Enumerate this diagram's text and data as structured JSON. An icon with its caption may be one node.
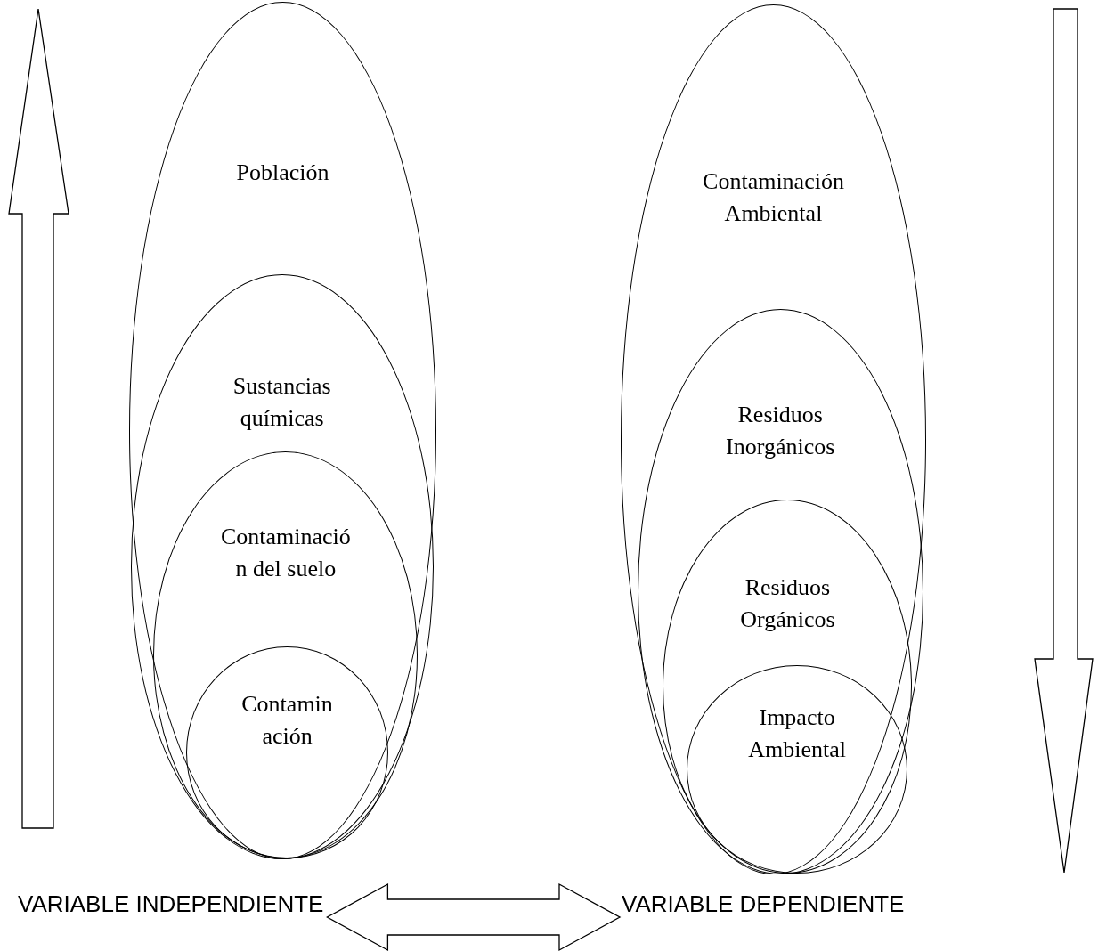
{
  "diagram": {
    "nodes": [
      {
        "text": [
          "Población"
        ]
      },
      {
        "text": [
          "Sustancias químicas"
        ],
        "in": 0
      },
      {
        "text": [
          "Contaminació n del suelo"
        ],
        "in": 1
      },
      {
        "text": [
          "Contamin ación"
        ],
        "in": 2
      },
      {
        "text": [
          "Contaminación Ambiental"
        ]
      },
      {
        "text": [
          "Residuos Inorgánicos"
        ],
        "in": 4
      },
      {
        "text": [
          "Residuos Orgánicos"
        ],
        "in": 5
      },
      {
        "text": [
          "Impacto Ambiental"
        ],
        "in": 6
      },
      {
        "text": [
          "VARIABLE INDEPENDIENTE"
        ]
      },
      {
        "text": [
          "VARIABLE DEPENDIENTE"
        ]
      }
    ],
    "edges": [
      {
        "from": 8,
        "to": 9,
        "arrow": "both"
      }
    ]
  }
}
